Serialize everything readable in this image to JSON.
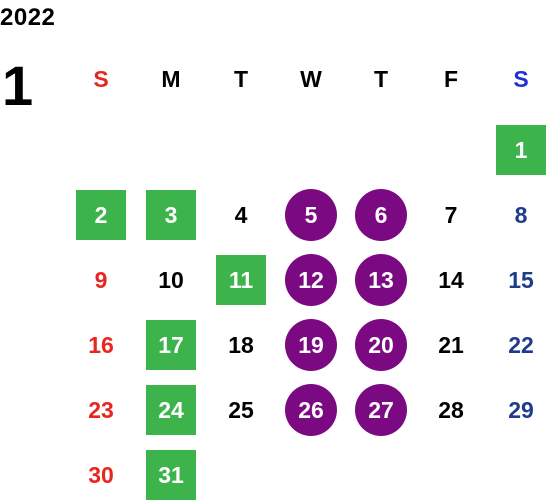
{
  "year": "2022",
  "month": "1",
  "weekdays": [
    {
      "label": "S",
      "color": "#e8251f"
    },
    {
      "label": "M",
      "color": "#000000"
    },
    {
      "label": "T",
      "color": "#000000"
    },
    {
      "label": "W",
      "color": "#000000"
    },
    {
      "label": "T",
      "color": "#000000"
    },
    {
      "label": "F",
      "color": "#000000"
    },
    {
      "label": "S",
      "color": "#1f2fd6"
    }
  ],
  "colors": {
    "sunday": "#e8251f",
    "weekday": "#000000",
    "saturday": "#1f3c8c",
    "highlight_green": "#3cb44b",
    "highlight_purple": "#7b0a82",
    "highlight_text": "#ffffff"
  },
  "days": [
    {
      "day": "1",
      "col": 6,
      "week": 0,
      "style": "green"
    },
    {
      "day": "2",
      "col": 0,
      "week": 1,
      "style": "green"
    },
    {
      "day": "3",
      "col": 1,
      "week": 1,
      "style": "green"
    },
    {
      "day": "4",
      "col": 2,
      "week": 1,
      "style": "plain"
    },
    {
      "day": "5",
      "col": 3,
      "week": 1,
      "style": "purple"
    },
    {
      "day": "6",
      "col": 4,
      "week": 1,
      "style": "purple"
    },
    {
      "day": "7",
      "col": 5,
      "week": 1,
      "style": "plain"
    },
    {
      "day": "8",
      "col": 6,
      "week": 1,
      "style": "plain"
    },
    {
      "day": "9",
      "col": 0,
      "week": 2,
      "style": "plain"
    },
    {
      "day": "10",
      "col": 1,
      "week": 2,
      "style": "plain"
    },
    {
      "day": "11",
      "col": 2,
      "week": 2,
      "style": "green"
    },
    {
      "day": "12",
      "col": 3,
      "week": 2,
      "style": "purple"
    },
    {
      "day": "13",
      "col": 4,
      "week": 2,
      "style": "purple"
    },
    {
      "day": "14",
      "col": 5,
      "week": 2,
      "style": "plain"
    },
    {
      "day": "15",
      "col": 6,
      "week": 2,
      "style": "plain"
    },
    {
      "day": "16",
      "col": 0,
      "week": 3,
      "style": "plain"
    },
    {
      "day": "17",
      "col": 1,
      "week": 3,
      "style": "green"
    },
    {
      "day": "18",
      "col": 2,
      "week": 3,
      "style": "plain"
    },
    {
      "day": "19",
      "col": 3,
      "week": 3,
      "style": "purple"
    },
    {
      "day": "20",
      "col": 4,
      "week": 3,
      "style": "purple"
    },
    {
      "day": "21",
      "col": 5,
      "week": 3,
      "style": "plain"
    },
    {
      "day": "22",
      "col": 6,
      "week": 3,
      "style": "plain"
    },
    {
      "day": "23",
      "col": 0,
      "week": 4,
      "style": "plain"
    },
    {
      "day": "24",
      "col": 1,
      "week": 4,
      "style": "green"
    },
    {
      "day": "25",
      "col": 2,
      "week": 4,
      "style": "plain"
    },
    {
      "day": "26",
      "col": 3,
      "week": 4,
      "style": "purple"
    },
    {
      "day": "27",
      "col": 4,
      "week": 4,
      "style": "purple"
    },
    {
      "day": "28",
      "col": 5,
      "week": 4,
      "style": "plain"
    },
    {
      "day": "29",
      "col": 6,
      "week": 4,
      "style": "plain"
    },
    {
      "day": "30",
      "col": 0,
      "week": 5,
      "style": "plain"
    },
    {
      "day": "31",
      "col": 1,
      "week": 5,
      "style": "green"
    }
  ]
}
